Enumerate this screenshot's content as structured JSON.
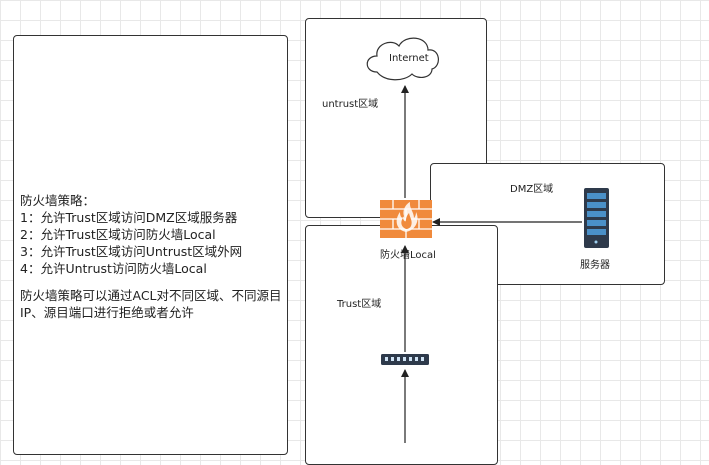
{
  "policy_box": {
    "heading": "防火墙策略：",
    "rules": [
      "1：允许Trust区域访问DMZ区域服务器",
      "2：允许Trust区域访问防火墙Local",
      "3：允许Trust区域访问Untrust区域外网",
      "4：允许Untrust访问防火墙Local"
    ],
    "note_line1": "防火墙策略可以通过ACL对不同区域、不同源目",
    "note_line2": "IP、源目端口进行拒绝或者允许"
  },
  "zones": {
    "untrust": "untrust区域",
    "dmz": "DMZ区域",
    "trust": "Trust区域"
  },
  "nodes": {
    "internet": "Internet",
    "firewall": "防火墙Local",
    "server": "服务器",
    "switch": ""
  },
  "colors": {
    "firewall_orange": "#f08a3c",
    "server_dark": "#2e3a4b",
    "server_accent": "#4a90c8"
  }
}
